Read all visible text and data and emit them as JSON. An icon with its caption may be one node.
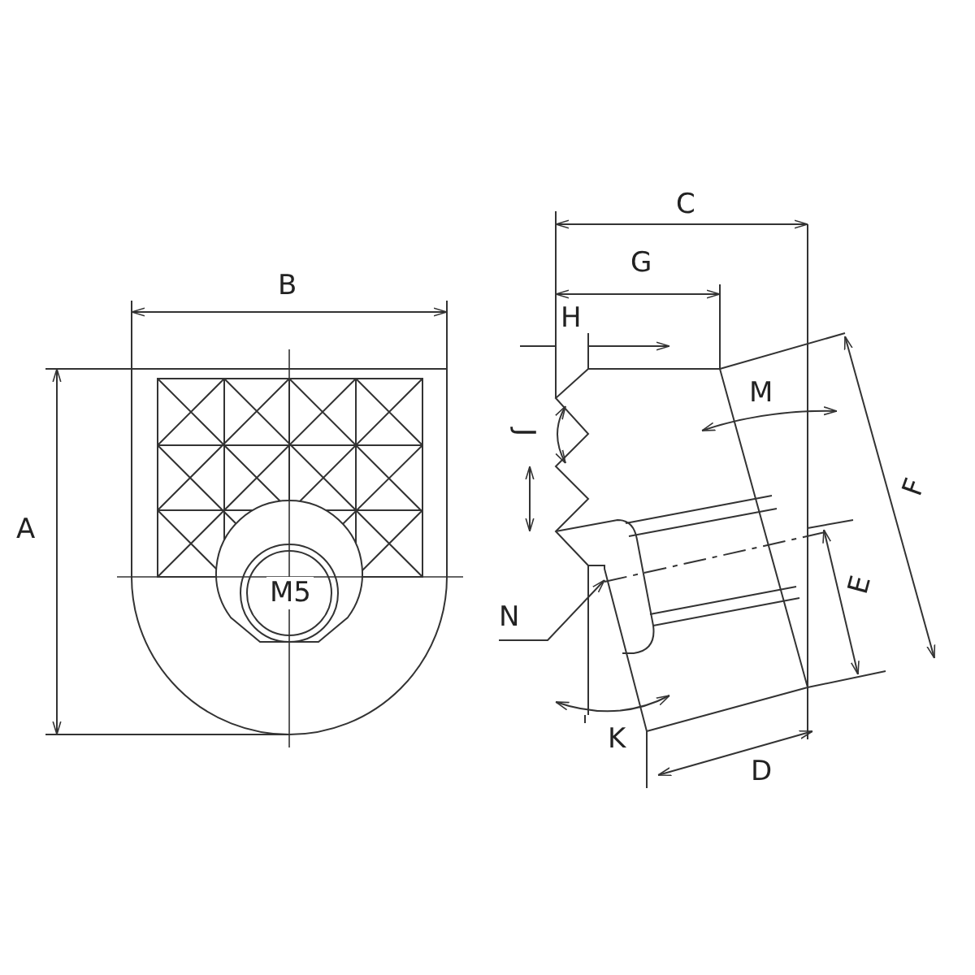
{
  "diagram": {
    "nodes": [
      {
        "text": [
          "N"
        ]
      },
      {
        "text": [],
        "shape": "picture"
      }
    ],
    "edges": [
      {
        "from": 0,
        "to": 1,
        "arrow": "to"
      }
    ],
    "labels": [
      "C",
      "B",
      "G",
      "H",
      "M",
      "J",
      "F",
      "A",
      "E",
      "M5",
      "K",
      "D"
    ]
  }
}
